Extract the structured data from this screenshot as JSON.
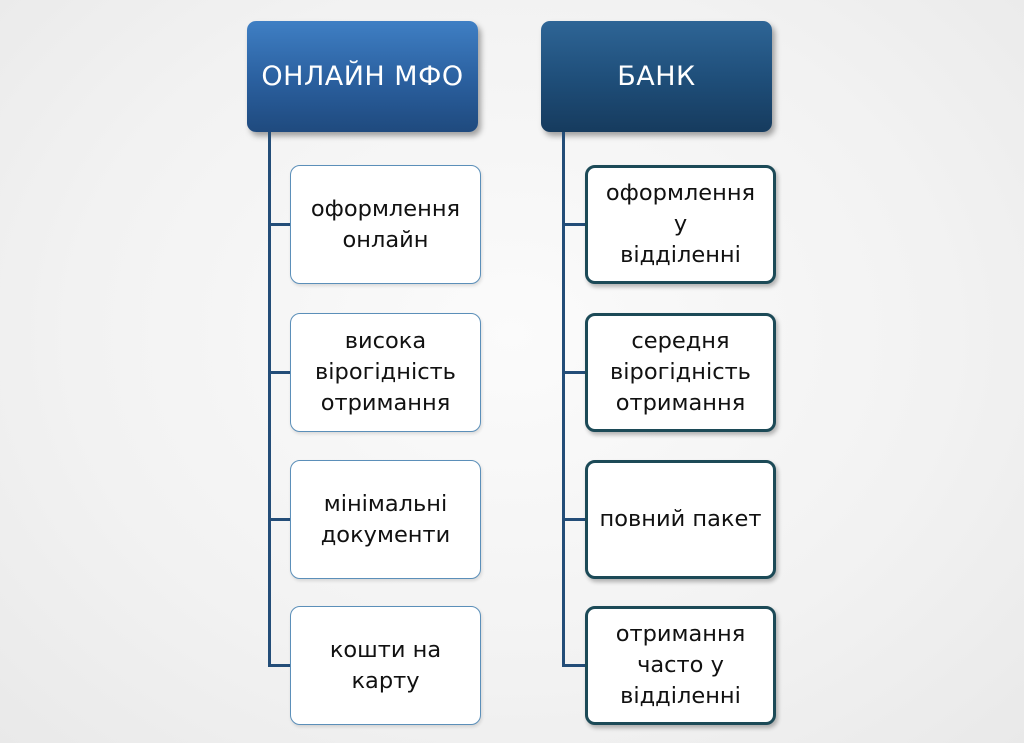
{
  "left_column": {
    "title": "ОНЛАЙН МФО",
    "items": [
      "оформлення\nонлайн",
      "висока\nвірогідність\nотримання",
      "мінімальні\nдокументи",
      "кошти на\nкарту"
    ]
  },
  "right_column": {
    "title": "БАНК",
    "items": [
      "оформлення у\nвідділенні",
      "середня\nвірогідність\nотримання",
      "повний пакет",
      "отримання\nчасто у\nвідділенні"
    ]
  },
  "colors": {
    "header_left": "#2a5f9e",
    "header_right": "#1e4d78",
    "connector": "#234d78",
    "box_border_left": "#5b8fb9",
    "box_border_right": "#1c4a57"
  }
}
